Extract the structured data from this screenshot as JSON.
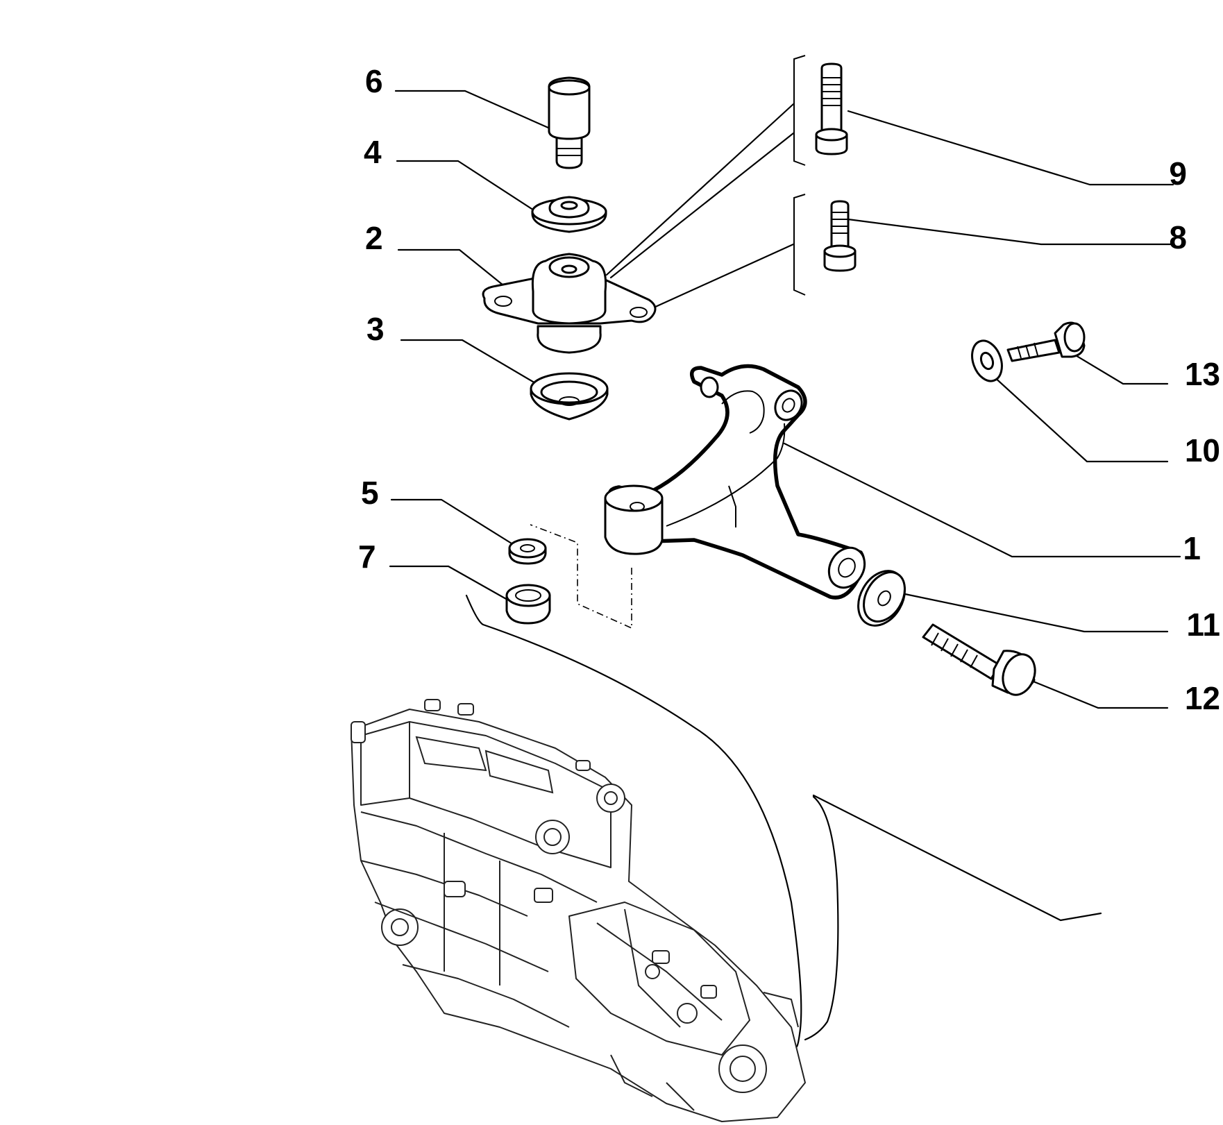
{
  "diagram": {
    "callouts": [
      {
        "id": "6",
        "text": "6"
      },
      {
        "id": "4",
        "text": "4"
      },
      {
        "id": "2",
        "text": "2"
      },
      {
        "id": "3",
        "text": "3"
      },
      {
        "id": "5",
        "text": "5"
      },
      {
        "id": "7",
        "text": "7"
      },
      {
        "id": "9",
        "text": "9"
      },
      {
        "id": "8",
        "text": "8"
      },
      {
        "id": "13",
        "text": "13"
      },
      {
        "id": "10",
        "text": "10"
      },
      {
        "id": "1",
        "text": "1"
      },
      {
        "id": "11",
        "text": "11"
      },
      {
        "id": "12",
        "text": "12"
      }
    ]
  }
}
